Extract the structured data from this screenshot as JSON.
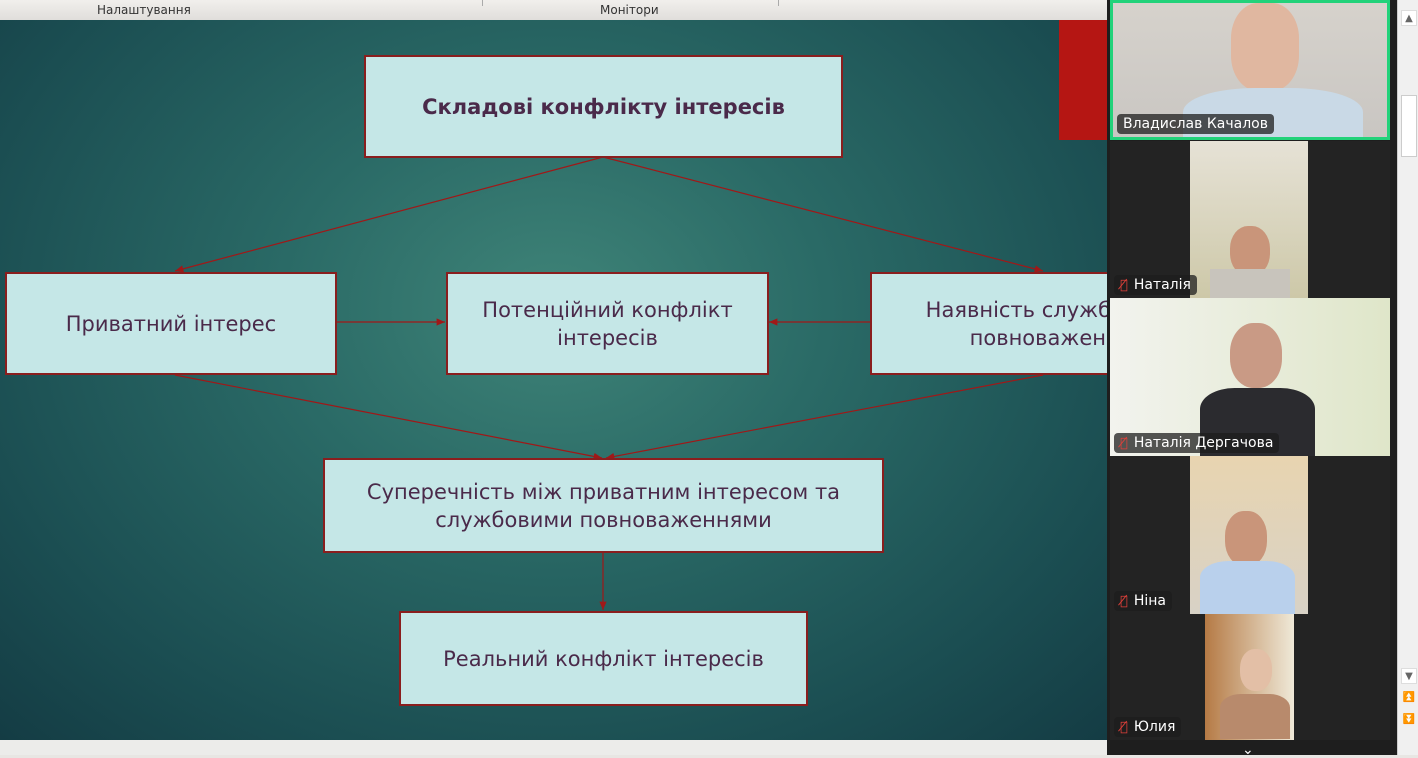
{
  "toolbar": {
    "settings": "Налаштування",
    "monitors": "Монітори"
  },
  "slide": {
    "title": "Складові конфлікту інтересів",
    "private_interest": "Приватний інтерес",
    "potential_conflict": "Потенційний конфлікт інтересів",
    "authority": "Наявність службових повноважень",
    "contradiction": "Суперечність між приватним інтересом та службовими повноваженнями",
    "real_conflict": "Реальний конфлікт інтересів"
  },
  "participants": [
    {
      "name": "Владислав Качалов",
      "muted": false,
      "speaking": true
    },
    {
      "name": "Наталія",
      "muted": true
    },
    {
      "name": "Наталія Дергачова",
      "muted": true
    },
    {
      "name": "Ніна",
      "muted": true
    },
    {
      "name": "Юлия",
      "muted": true
    }
  ],
  "colors": {
    "speaker_border": "#22d27a",
    "box_fill": "#c5e7e7",
    "box_border": "#8a1e1e"
  }
}
